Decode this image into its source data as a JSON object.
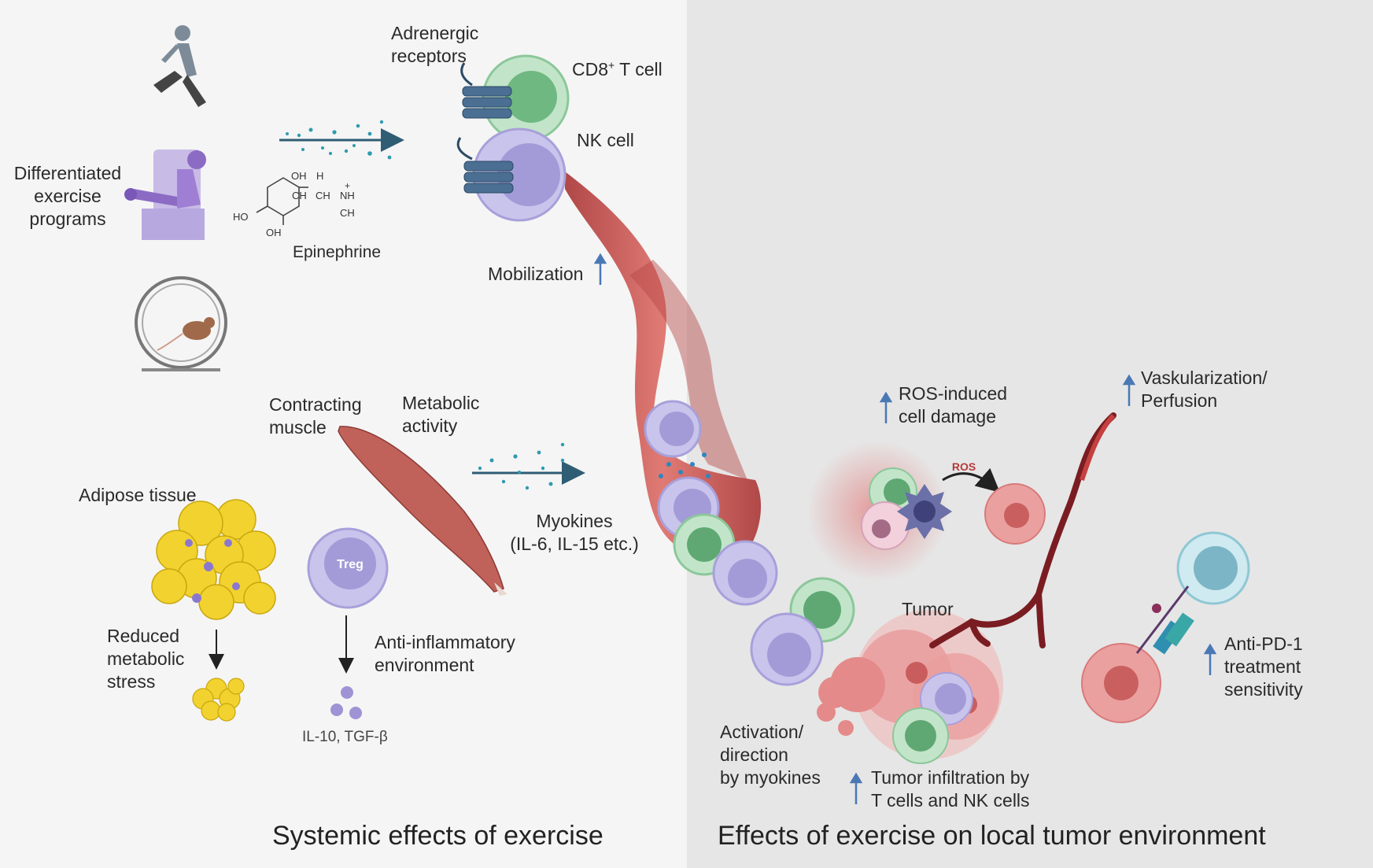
{
  "labels": {
    "adrenergic_receptors": [
      "Adrenergic",
      "receptors"
    ],
    "cd8_t_cell": {
      "prefix": "CD8",
      "sup": "+",
      "suffix": " T cell"
    },
    "nk_cell": "NK cell",
    "differentiated_programs": [
      "Differentiated",
      "exercise",
      "programs"
    ],
    "epinephrine": "Epinephrine",
    "mobilization": "Mobilization",
    "contracting_muscle": [
      "Contracting",
      "muscle"
    ],
    "metabolic_activity": [
      "Metabolic",
      "activity"
    ],
    "myokines": [
      "Myokines",
      "(IL-6, IL-15 etc.)"
    ],
    "adipose_tissue": "Adipose tissue",
    "treg": "Treg",
    "reduced_stress": [
      "Reduced",
      "metabolic",
      "stress"
    ],
    "anti_inflammatory": [
      "Anti-inflammatory",
      "environment"
    ],
    "il10_tgfb": "IL-10, TGF-β",
    "ros_damage": [
      "ROS-induced",
      "cell damage"
    ],
    "ros": "ROS",
    "vascularization": [
      "Vaskularization/",
      "Perfusion"
    ],
    "tumor": "Tumor",
    "anti_pd1": [
      "Anti-PD-1",
      "treatment",
      "sensitivity"
    ],
    "activation": [
      "Activation/",
      "direction",
      "by myokines"
    ],
    "tumor_infiltration": [
      "Tumor infiltration by",
      "T cells and NK cells"
    ]
  },
  "chem": {
    "oh": "OH",
    "h": "H",
    "ch": "CH",
    "nh2": "NH",
    "ch3": "CH",
    "ho": "HO",
    "plus": "+"
  },
  "footer": {
    "left": "Systemic effects of exercise",
    "right": "Effects of exercise on local tumor environment"
  },
  "colors": {
    "blood_vessel": "#c85a5a",
    "t_cell": "#7fbf8f",
    "nk_cell": "#a9a3d8",
    "tumor": "#e48a8a",
    "arrow_up": "#4a78b5",
    "receptor": "#3d5f80"
  }
}
